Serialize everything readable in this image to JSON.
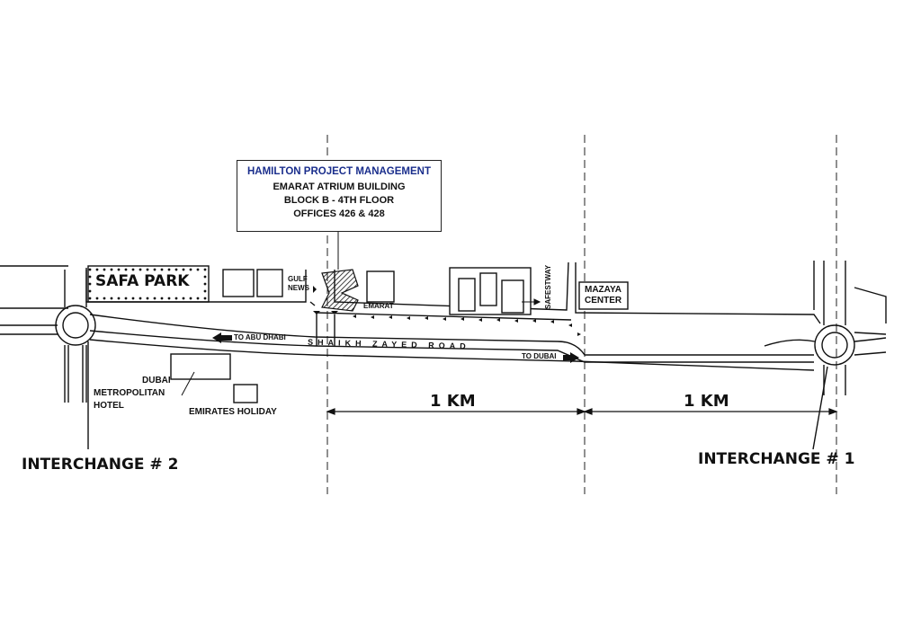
{
  "office": {
    "company": "HAMILTON PROJECT MANAGEMENT",
    "building": "EMARAT ATRIUM BUILDING",
    "block": "BLOCK B - 4TH FLOOR",
    "offices": "OFFICES 426 & 428",
    "title_color": "#1a2e8c"
  },
  "labels": {
    "safa_park": "SAFA PARK",
    "gulf_news": [
      "GULF",
      "NEWS"
    ],
    "emarat": "EMARAT",
    "safestway": "SAFESTWAY",
    "mazaya": [
      "MAZAYA",
      "CENTER"
    ],
    "road_name": "SHAIKH ZAYED ROAD",
    "to_abu_dhabi": "TO ABU DHABI",
    "to_dubai": "TO DUBAI",
    "hotel": [
      "DUBAI",
      "METROPOLITAN",
      "HOTEL"
    ],
    "emirates_holiday": "EMIRATES HOLIDAY",
    "interchange_2": "INTERCHANGE # 2",
    "interchange_1": "INTERCHANGE # 1"
  },
  "scale": {
    "left_label": "1 KM",
    "right_label": "1 KM"
  }
}
